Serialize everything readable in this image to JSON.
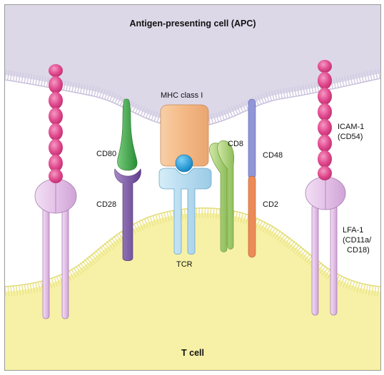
{
  "apc_label": "Antigen-presenting cell (APC)",
  "tcell_label": "T cell",
  "labels": {
    "mhc": "MHC class I",
    "cd80": "CD80",
    "cd28": "CD28",
    "cd8": "CD8",
    "cd48": "CD48",
    "cd2": "CD2",
    "tcr": "TCR",
    "icam_line1": "ICAM-1",
    "icam_line2": "(CD54)",
    "lfa_line1": "LFA-1",
    "lfa_line2": "(CD11a/",
    "lfa_line3": "CD18)"
  },
  "colors": {
    "apc_fill": "#dcd8e8",
    "apc_membrane": "#cfc7e0",
    "tcell_fill": "#f6f1a6",
    "tcell_membrane": "#ede88f",
    "icam": "#e1498f",
    "lfa": "#e6c7ea",
    "cd80": "#3fab47",
    "cd28": "#7b55a4",
    "mhc": "#f4bb8e",
    "peptide": "#1f9fdc",
    "tcr": "#bfe0f1",
    "cd8": "#a7cf73",
    "cd48": "#8f92d6",
    "cd2": "#ea8a55"
  }
}
